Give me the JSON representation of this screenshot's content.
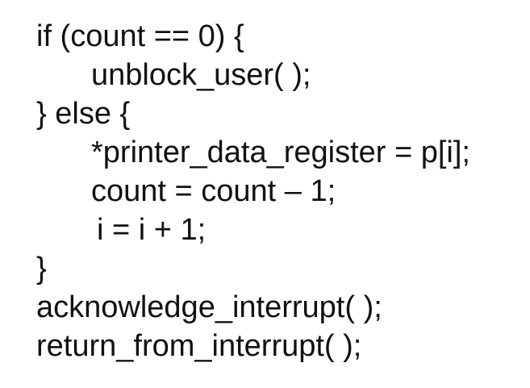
{
  "code": {
    "lines": [
      "if (count == 0) {",
      "unblock_user( );",
      "} else {",
      "*printer_data_register = p[i];",
      "count = count – 1;",
      "i = i + 1;",
      "}",
      "acknowledge_interrupt( );",
      "return_from_interrupt( );"
    ]
  }
}
